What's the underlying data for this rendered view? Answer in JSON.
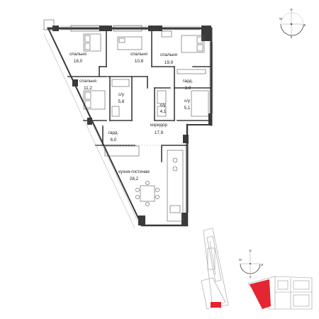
{
  "rooms": [
    {
      "name": "спальня",
      "area": "18,0"
    },
    {
      "name": "спальня",
      "area": "10,8"
    },
    {
      "name": "спальня",
      "area": "19,9"
    },
    {
      "name": "спальня",
      "area": "11,2"
    },
    {
      "name": "с/у",
      "area": "5,8"
    },
    {
      "name": "гард.",
      "area": "3,9"
    },
    {
      "name": "с/у",
      "area": "4,1"
    },
    {
      "name": "с/у",
      "area": "5,1"
    },
    {
      "name": "коридор",
      "area": "17,9"
    },
    {
      "name": "гард.",
      "area": "6,0"
    },
    {
      "name": "кухня-гостиная",
      "area": "28,2"
    }
  ],
  "compass_top": {
    "n": "N",
    "w": "W",
    "e": "E",
    "s": "S"
  },
  "compass_bottom": {
    "n": "N",
    "w": "W",
    "e": "E",
    "s": "S"
  },
  "colors": {
    "wall": "#3a3a3a",
    "highlight": "#e52531",
    "context": "#9a9a9a"
  }
}
